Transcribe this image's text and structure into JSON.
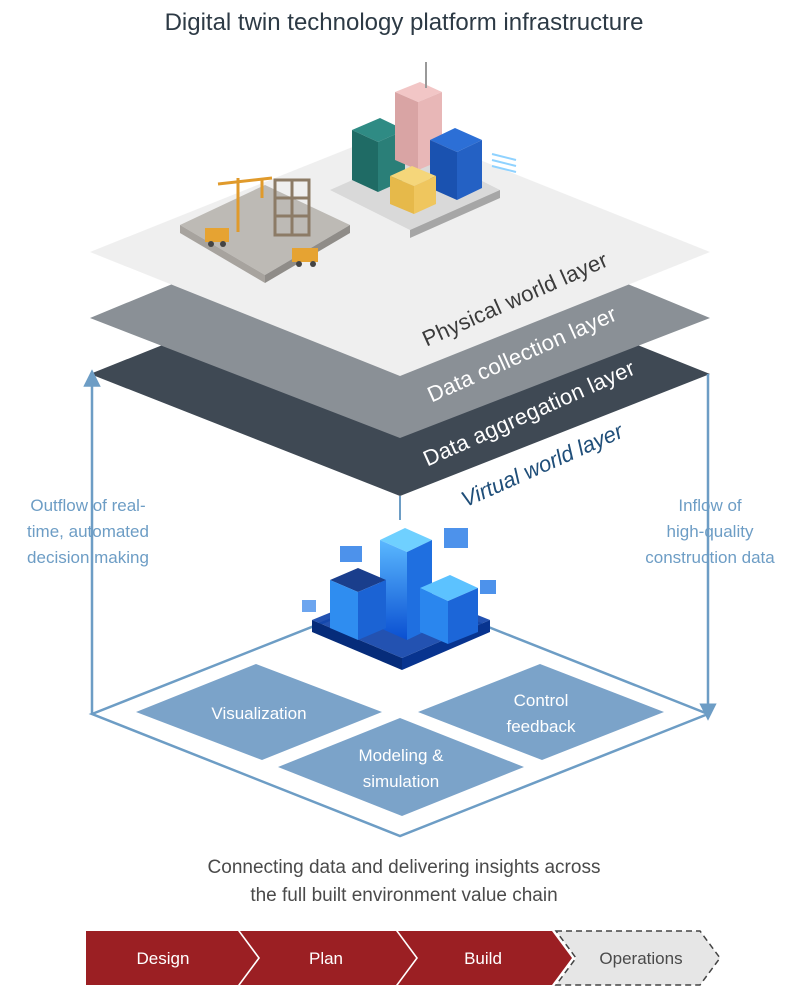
{
  "title": "Digital twin technology platform infrastructure",
  "layers": {
    "physical": "Physical world layer",
    "collection": "Data collection layer",
    "aggregation": "Data aggregation layer",
    "virtual": "Virtual world layer"
  },
  "left_note": [
    "Outflow of real-",
    "time, automated",
    "decision making"
  ],
  "right_note": [
    "Inflow of",
    "high-quality",
    "construction data"
  ],
  "cells": {
    "visualization": "Visualization",
    "control": [
      "Control",
      "feedback"
    ],
    "modeling": [
      "Modeling &",
      "simulation"
    ]
  },
  "subtitle": [
    "Connecting data and delivering insights across",
    "the full built environment value chain"
  ],
  "chevrons": [
    "Design",
    "Plan",
    "Build",
    "Operations"
  ],
  "colors": {
    "layer_physical": "#efefef",
    "layer_collection": "#8a9096",
    "layer_aggregation": "#3f4954",
    "accent_blue": "#6d9dc5",
    "cell_blue": "#7ba3c9",
    "chevron_red": "#9b1f23"
  },
  "icons": [
    "construction-site-illustration",
    "city-block-illustration",
    "virtual-city-illustration"
  ]
}
